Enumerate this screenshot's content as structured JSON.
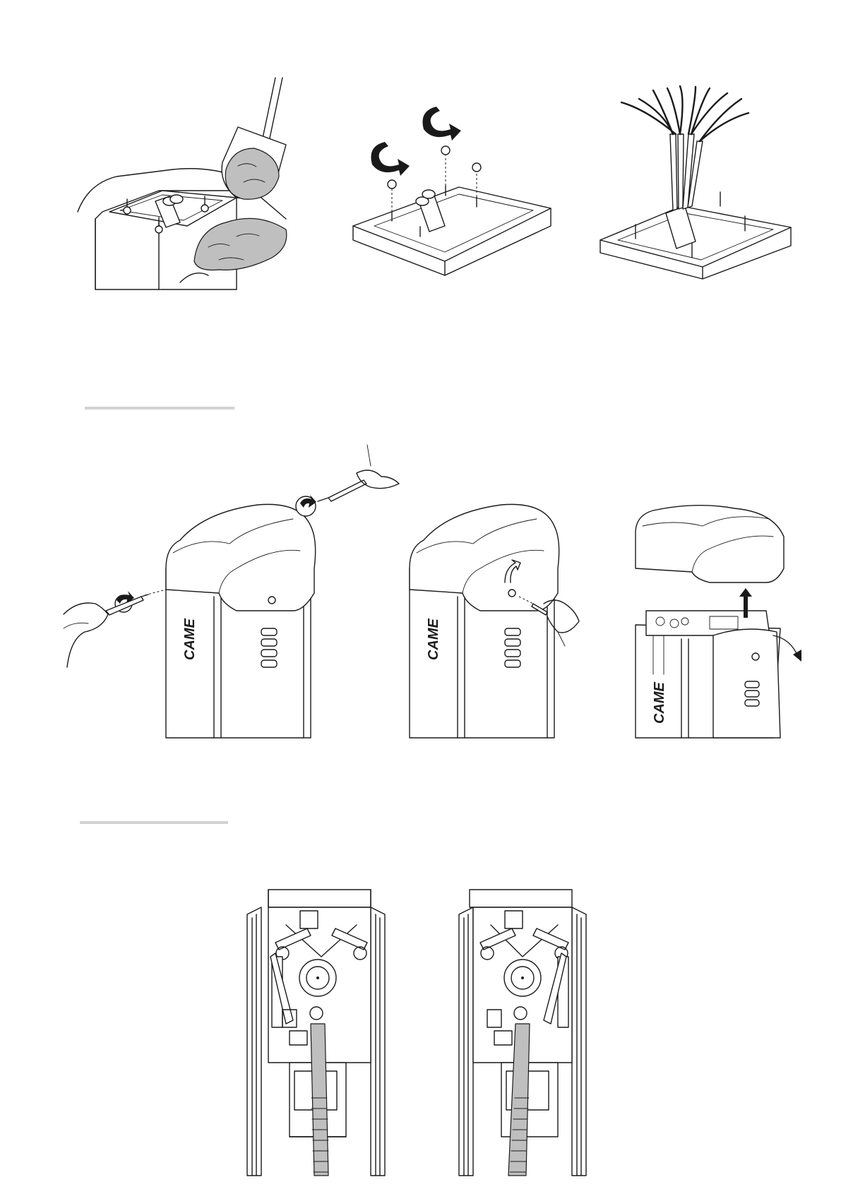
{
  "figures": {
    "row1": [
      {
        "id": "fill-concrete",
        "icon": "shovel-concrete-icon"
      },
      {
        "id": "remove-nuts",
        "icon": "rotate-arrow-icon"
      },
      {
        "id": "cables-through-pipe",
        "icon": "cable-bundle-icon"
      }
    ],
    "row2": [
      {
        "id": "unscrew-cover-screws",
        "icon": "screwdriver-icon"
      },
      {
        "id": "unscrew-lock",
        "icon": "key-icon"
      },
      {
        "id": "lift-cover-remove-door",
        "icon": "up-arrow-icon"
      }
    ],
    "row3": [
      {
        "id": "internal-view-left"
      },
      {
        "id": "internal-view-right"
      }
    ]
  },
  "brand_logo_text": "CAME"
}
